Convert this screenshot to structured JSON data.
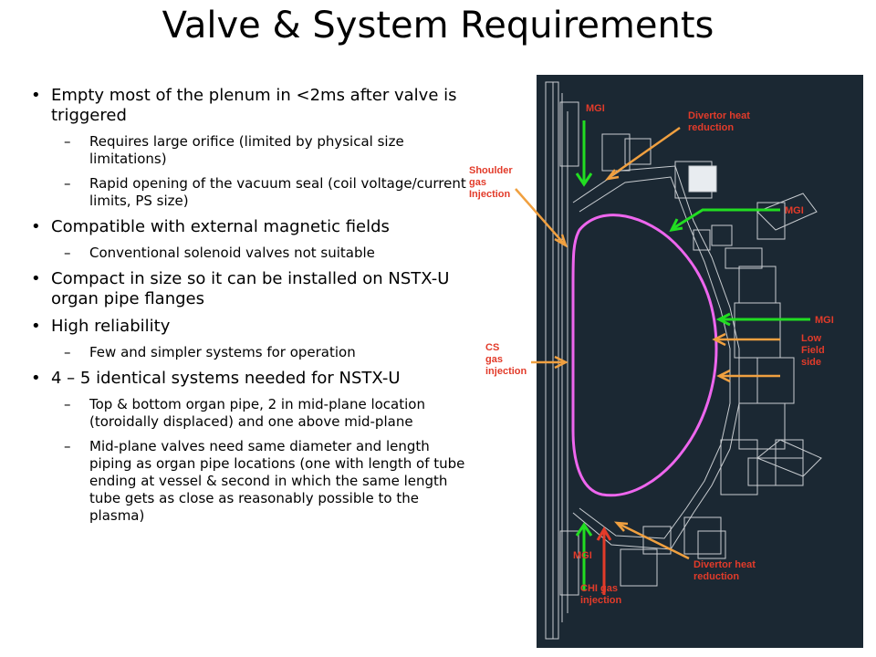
{
  "slide": {
    "title": "Valve & System Requirements"
  },
  "bullets": [
    {
      "text": "Empty most of the plenum in <2ms after valve is triggered",
      "subs": [
        "Requires large orifice (limited by physical size limitations)",
        "Rapid opening of the vacuum seal (coil voltage/current limits, PS size)"
      ]
    },
    {
      "text": "Compatible with external magnetic fields",
      "subs": [
        "Conventional solenoid valves not suitable"
      ]
    },
    {
      "text": "Compact in size so it can be installed on NSTX-U organ pipe flanges",
      "subs": []
    },
    {
      "text": "High reliability",
      "subs": [
        "Few and simpler systems for operation"
      ]
    },
    {
      "text": "4 – 5 identical systems needed for NSTX-U",
      "subs": [
        "Top & bottom organ pipe, 2 in mid-plane location (toroidally displaced) and one above mid-plane",
        "Mid-plane valves need same diameter and length piping as organ pipe locations (one with length of tube ending at vessel & second in which the same length tube gets as close as reasonably possible to the plasma)"
      ]
    }
  ],
  "diagram": {
    "labels": {
      "mgi_top": "MGI",
      "divertor_top": "Divertor heat reduction",
      "shoulder": "Shoulder gas Injection",
      "mgi_right_upper": "MGI",
      "mgi_right_mid": "MGI",
      "low_field": "Low Field side",
      "cs": "CS gas injection",
      "mgi_bottom": "MGI",
      "divertor_bottom": "Divertor heat reduction",
      "chi": "CHI gas injection"
    },
    "colors": {
      "background": "#1b2833",
      "plasma": "#ee66ee",
      "arrow_green": "#22dd22",
      "arrow_orange": "#f0a040",
      "label_red": "#e23b2a"
    }
  }
}
